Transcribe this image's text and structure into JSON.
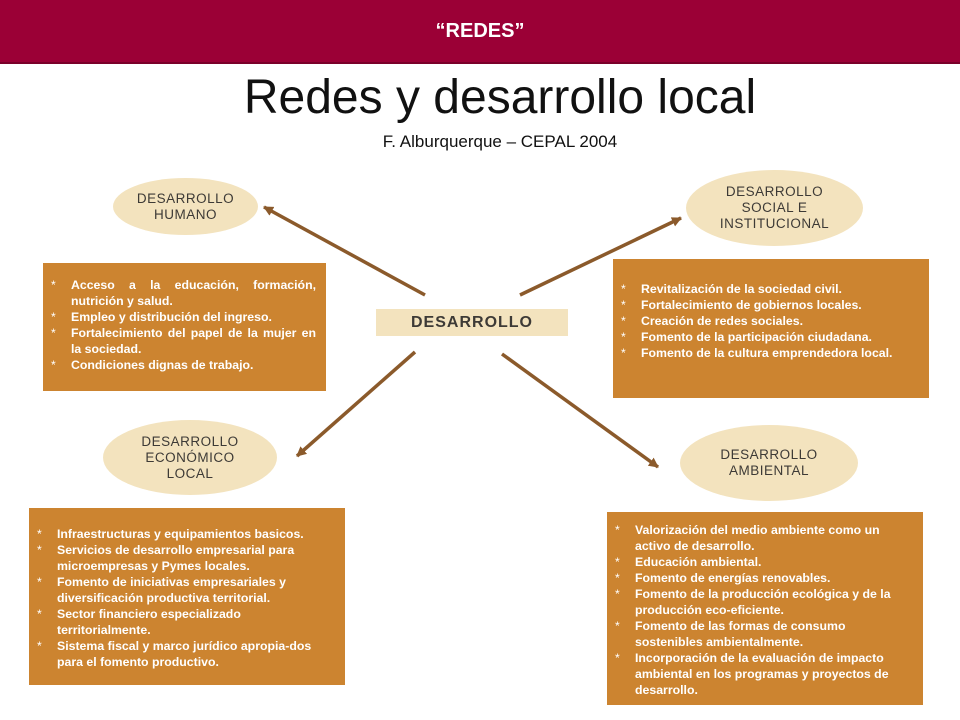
{
  "header": {
    "banner": "“REDES”"
  },
  "title": "Redes y desarrollo local",
  "subtitle": "F. Alburquerque – CEPAL 2004",
  "center": "DESARROLLO",
  "colors": {
    "banner": "#9b0036",
    "box": "#cc8430",
    "ellipse": "#f3e3be",
    "arrow": "#8b5a2b"
  },
  "nodes": {
    "humano": {
      "label": "DESARROLLO\nHUMANO",
      "items": [
        "Acceso a la educación, formación, nutrición y salud.",
        "Empleo y distribución del ingreso.",
        "Fortalecimiento del papel de la mujer en la sociedad.",
        "Condiciones dignas de trabajo."
      ]
    },
    "social": {
      "label": "DESARROLLO\nSOCIAL E\nINSTITUCIONAL",
      "items": [
        "Revitalización de la sociedad civil.",
        "Fortalecimiento de gobiernos locales.",
        "Creación de redes sociales.",
        "Fomento de la participación ciudadana.",
        "Fomento de la cultura emprendedora local."
      ]
    },
    "economico": {
      "label": "DESARROLLO\nECONÓMICO\nLOCAL",
      "items": [
        "Infraestructuras y equipamientos basicos.",
        "Servicios de desarrollo empresarial para microempresas y Pymes locales.",
        "Fomento de iniciativas empresariales y diversificación productiva territorial.",
        "Sector financiero especializado territorialmente.",
        "Sistema fiscal y marco jurídico apropia-dos para el fomento productivo."
      ]
    },
    "ambiental": {
      "label": "DESARROLLO\nAMBIENTAL",
      "items": [
        "Valorización del medio ambiente como un activo de desarrollo.",
        "Educación ambiental.",
        "Fomento de energías renovables.",
        "Fomento de la producción ecológica y de la producción eco-eficiente.",
        "Fomento de las formas de consumo sostenibles ambientalmente.",
        "Incorporación de la evaluación de impacto ambiental en los programas y proyectos de desarrollo."
      ]
    }
  }
}
